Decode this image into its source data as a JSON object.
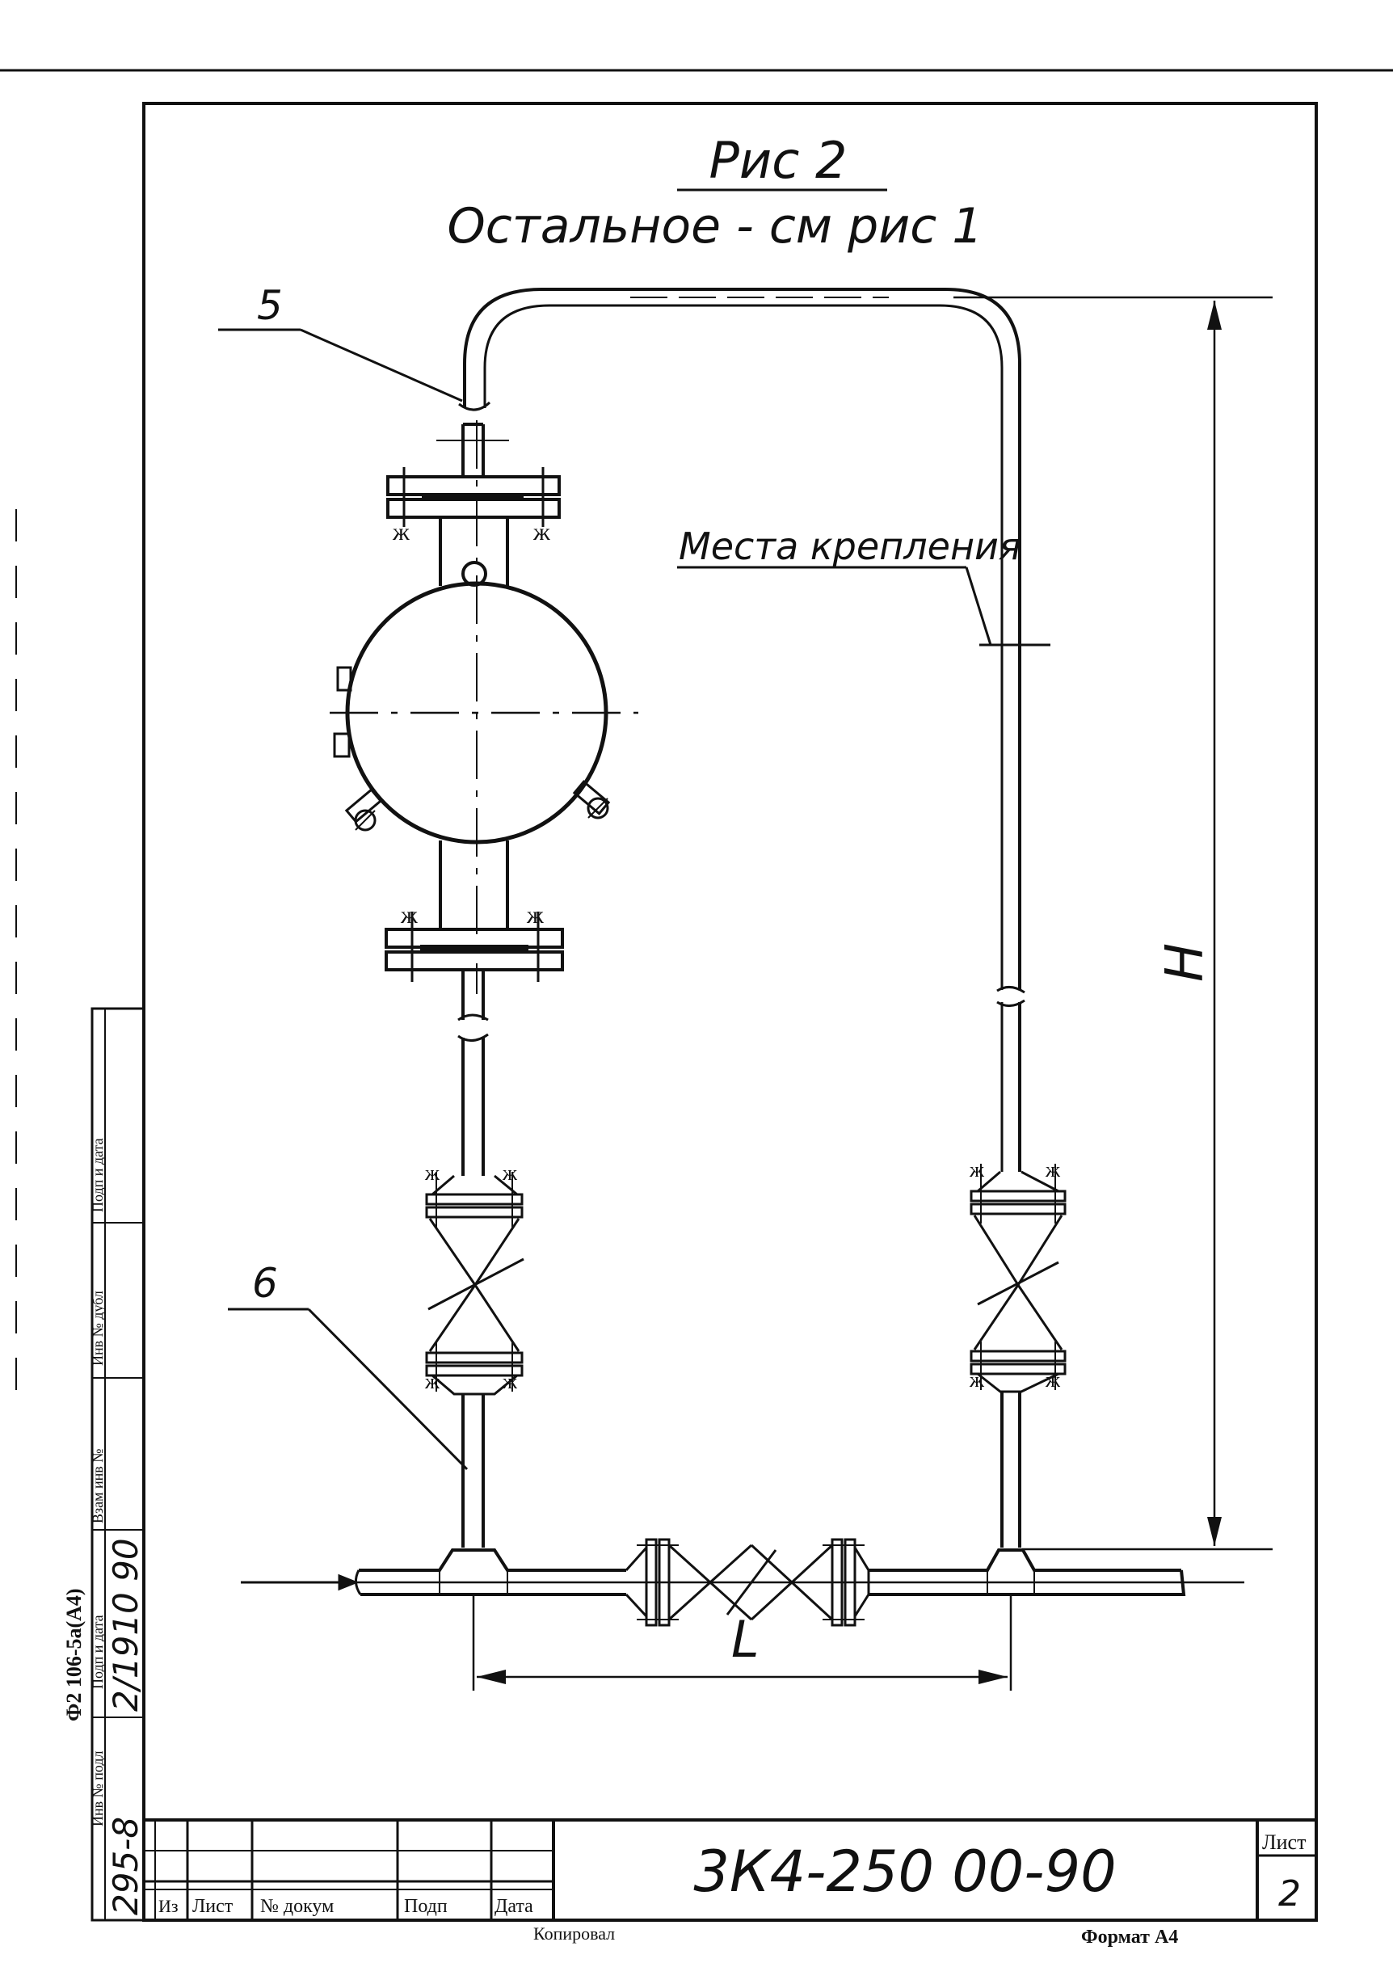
{
  "figure": {
    "title": "Рис 2",
    "subtitle": "Остальное - см рис 1"
  },
  "callouts": {
    "item5": "5",
    "item6": "6",
    "mounting": "Места крепления"
  },
  "dimensions": {
    "height_label": "H",
    "length_label": "L"
  },
  "title_block": {
    "doc_number": "3К4-250 00-90",
    "sheet_label": "Лист",
    "sheet_number": "2",
    "col_izm": "Из",
    "col_list": "Лист",
    "col_docnum": "№ докум",
    "col_sign": "Подп",
    "col_date": "Дата",
    "copied": "Копировал",
    "format": "Формат  А4"
  },
  "side_stamp": {
    "form_code": "Ф2 106-5а(А4)",
    "inv_label": "Инв № подл",
    "inv_value": "295-8",
    "sign_label": "Подп и дата",
    "sign_value": "2/1910 90",
    "vzam_label": "Взам инв №",
    "dubl_label": "Инв № дубл",
    "sign2_label": "Подп и дата"
  },
  "icons": [
    "flow-arrow-icon",
    "gate-valve-icon",
    "flange-icon",
    "vessel-icon"
  ]
}
